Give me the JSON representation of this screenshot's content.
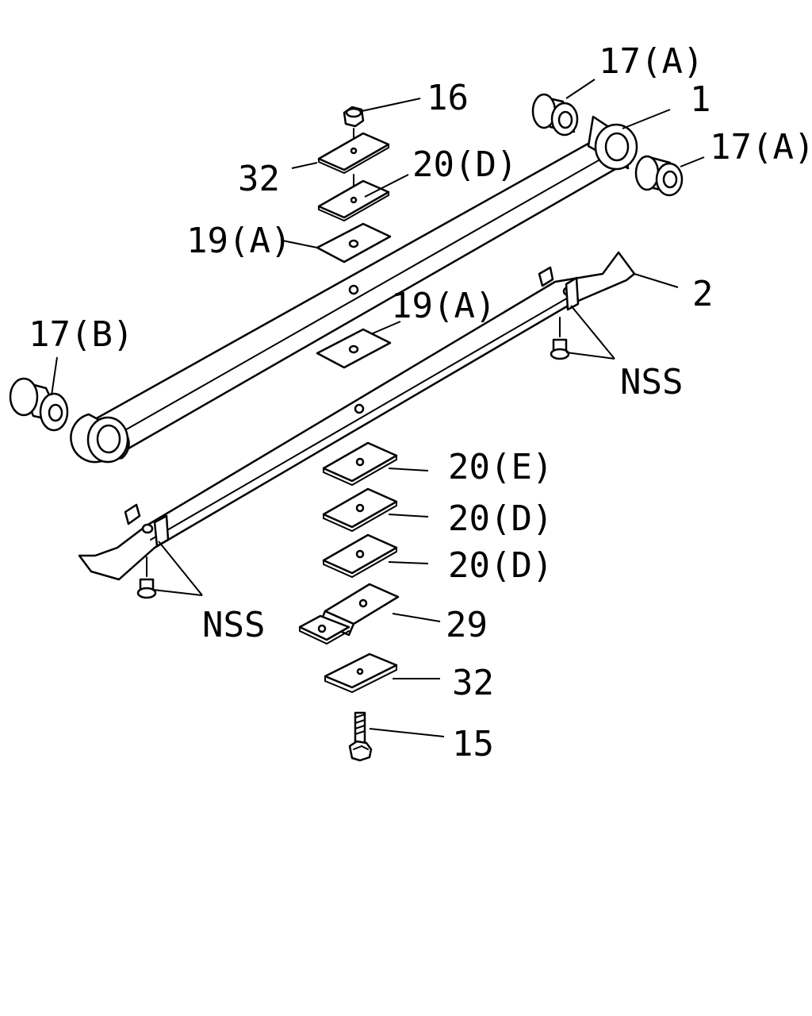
{
  "labels": {
    "p1": "1",
    "p2": "2",
    "p15": "15",
    "p16": "16",
    "p17a_top": "17(A)",
    "p17a_right": "17(A)",
    "p17b": "17(B)",
    "p19a_top": "19(A)",
    "p19a_mid": "19(A)",
    "p20d_top": "20(D)",
    "p20e": "20(E)",
    "p20d_low1": "20(D)",
    "p20d_low2": "20(D)",
    "p29": "29",
    "p32_top": "32",
    "p32_bottom": "32",
    "nss_right": "NSS",
    "nss_left": "NSS"
  }
}
